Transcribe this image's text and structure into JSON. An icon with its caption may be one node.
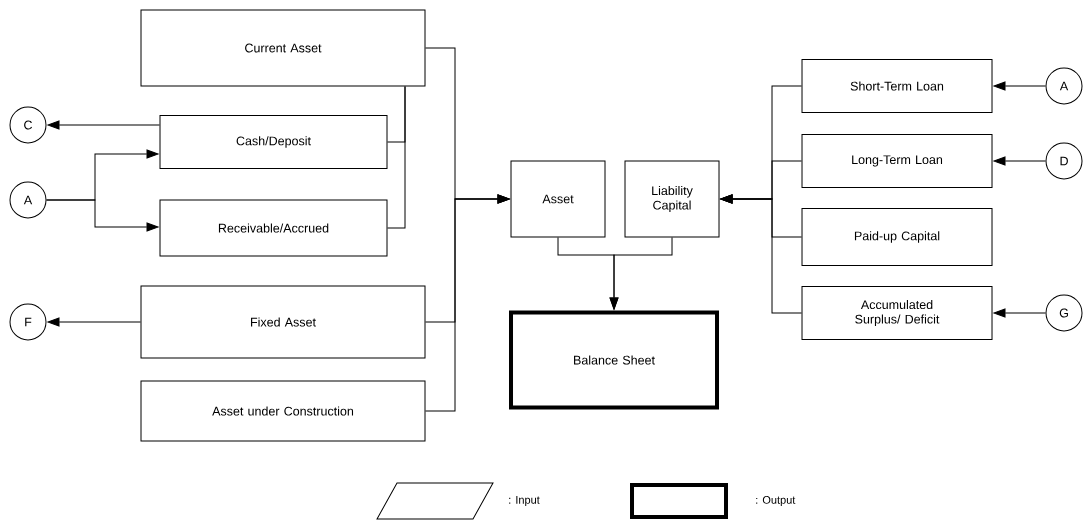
{
  "diagram": {
    "nodes": [
      {
        "text": [
          "Current Asset"
        ]
      },
      {
        "text": [
          "Cash/Deposit"
        ]
      },
      {
        "text": [
          "Receivable/Accrued"
        ]
      },
      {
        "text": [
          "Fixed Asset"
        ]
      },
      {
        "text": [
          "Asset under Construction"
        ]
      },
      {
        "text": [
          "C"
        ]
      },
      {
        "text": [
          "A"
        ]
      },
      {
        "text": [
          "F"
        ]
      },
      {
        "text": [
          "Asset"
        ]
      },
      {
        "text": [
          "Liability Capital"
        ]
      },
      {
        "text": [
          "Balance Sheet"
        ]
      },
      {
        "text": [
          "Short-Term Loan"
        ]
      },
      {
        "text": [
          "Long-Term Loan"
        ]
      },
      {
        "text": [
          "Paid-up Capital"
        ]
      },
      {
        "text": [
          "Accumulated Surplus/ Deficit"
        ]
      },
      {
        "text": [
          "A"
        ]
      },
      {
        "text": [
          "D"
        ]
      },
      {
        "text": [
          "G"
        ]
      }
    ],
    "edges": [
      {
        "from": 1,
        "to": 5,
        "arrow": "to"
      },
      {
        "from": 6,
        "to": 1,
        "arrow": "to"
      },
      {
        "from": 6,
        "to": 2,
        "arrow": "to"
      },
      {
        "from": 1,
        "to": 0,
        "arrow": "none"
      },
      {
        "from": 2,
        "to": 0,
        "arrow": "none"
      },
      {
        "from": 0,
        "to": 8,
        "arrow": "to"
      },
      {
        "from": 3,
        "to": 8,
        "arrow": "to"
      },
      {
        "from": 4,
        "to": 8,
        "arrow": "to"
      },
      {
        "from": 8,
        "to": 10,
        "arrow": "to"
      },
      {
        "from": 9,
        "to": 10,
        "arrow": "to"
      },
      {
        "from": 11,
        "to": 9,
        "arrow": "to"
      },
      {
        "from": 12,
        "to": 9,
        "arrow": "to"
      },
      {
        "from": 13,
        "to": 9,
        "arrow": "to"
      },
      {
        "from": 14,
        "to": 9,
        "arrow": "to"
      },
      {
        "from": 15,
        "to": 11,
        "arrow": "to"
      },
      {
        "from": 16,
        "to": 12,
        "arrow": "to"
      },
      {
        "from": 17,
        "to": 14,
        "arrow": "to"
      },
      {
        "from": 3,
        "to": 7,
        "arrow": "to"
      }
    ],
    "legend": [
      {
        "text": ": Input"
      },
      {
        "text": ": Output"
      }
    ]
  }
}
